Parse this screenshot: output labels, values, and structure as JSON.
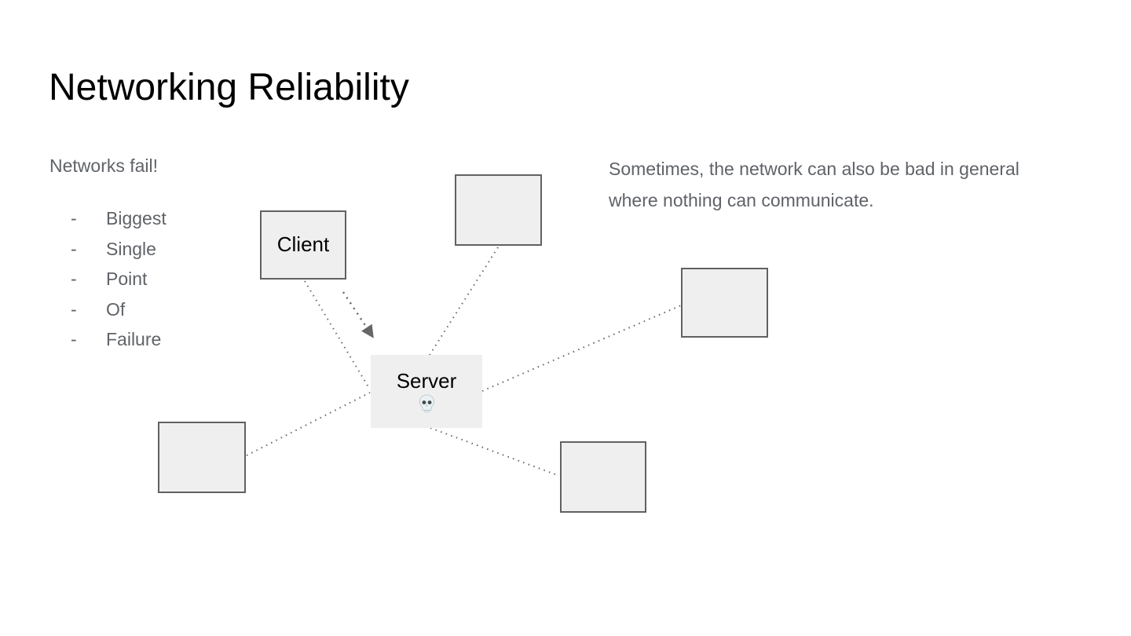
{
  "slide": {
    "title": "Networking Reliability",
    "left_text": {
      "heading": "Networks fail!",
      "bullet_char": "-",
      "items": [
        "Biggest",
        "Single",
        "Point",
        "Of",
        "Failure"
      ]
    },
    "right_text": "Sometimes, the network can also be bad in general where nothing can communicate.",
    "diagram": {
      "client_label": "Client",
      "server_label": "Server",
      "icons": {
        "skull-icon": "💀"
      },
      "unlabeled_box_count": 4
    },
    "colors": {
      "title_color": "#000000",
      "text_gray": "#5f6368",
      "label_color": "#000000",
      "box_fill": "#efefef",
      "box_border": "#616161",
      "connector": "#666666"
    }
  }
}
